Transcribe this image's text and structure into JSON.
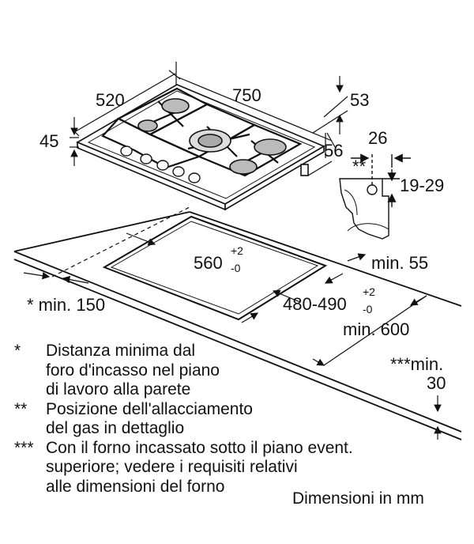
{
  "dimensions": {
    "depth": "520",
    "width": "750",
    "height": "45",
    "top_offset": "53",
    "side_offset": "56",
    "gas_offset": "26",
    "gas_height": "19-29",
    "gas_marker": "**",
    "cutout_width": "560",
    "cutout_width_tol_plus": "+2",
    "cutout_width_tol_minus": "-0",
    "cutout_depth": "480-490",
    "cutout_depth_tol_plus": "+2",
    "cutout_depth_tol_minus": "-0",
    "min_edge": "min. 55",
    "min_wall": "* min. 150",
    "min_side": "min. 600",
    "min_oven_1": "***min.",
    "min_oven_2": "30"
  },
  "notes": [
    {
      "mark": "*",
      "text": "Distanza minima dal\nforo d'incasso nel piano\ndi lavoro alla parete"
    },
    {
      "mark": "**",
      "text": "Posizione dell'allacciamento\ndel gas in dettaglio"
    },
    {
      "mark": "***",
      "text": "Con il forno incassato sotto il piano event.\nsuperiore; vedere i requisiti relativi\nalle dimensioni del forno"
    }
  ],
  "units": "Dimensioni in mm"
}
